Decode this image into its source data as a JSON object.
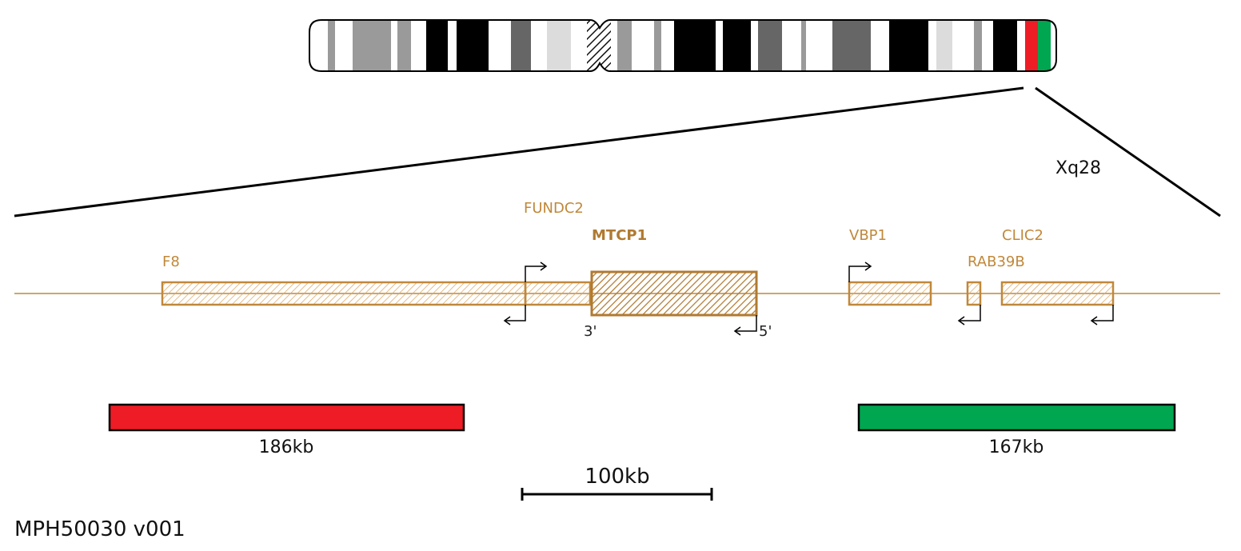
{
  "chromosome": {
    "band_label": "Xq28",
    "probe_colors": {
      "red": "#ee1c25",
      "green": "#00a650"
    }
  },
  "genes": [
    {
      "id": "f8",
      "name": "F8"
    },
    {
      "id": "fundc2",
      "name": "FUNDC2"
    },
    {
      "id": "mtcp1",
      "name": "MTCP1",
      "highlight": true
    },
    {
      "id": "vbp1",
      "name": "VBP1"
    },
    {
      "id": "rab39b",
      "name": "RAB39B"
    },
    {
      "id": "clic2",
      "name": "CLIC2"
    }
  ],
  "ends": {
    "three_prime": "3'",
    "five_prime": "5'"
  },
  "probes": {
    "red": {
      "label": "186kb",
      "color": "#ee1c25"
    },
    "green": {
      "label": "167kb",
      "color": "#00a650"
    }
  },
  "scale_bar": {
    "label": "100kb"
  },
  "product_code": "MPH50030 v001",
  "colors": {
    "gene": "#c0883a",
    "line": "#c0883a"
  }
}
